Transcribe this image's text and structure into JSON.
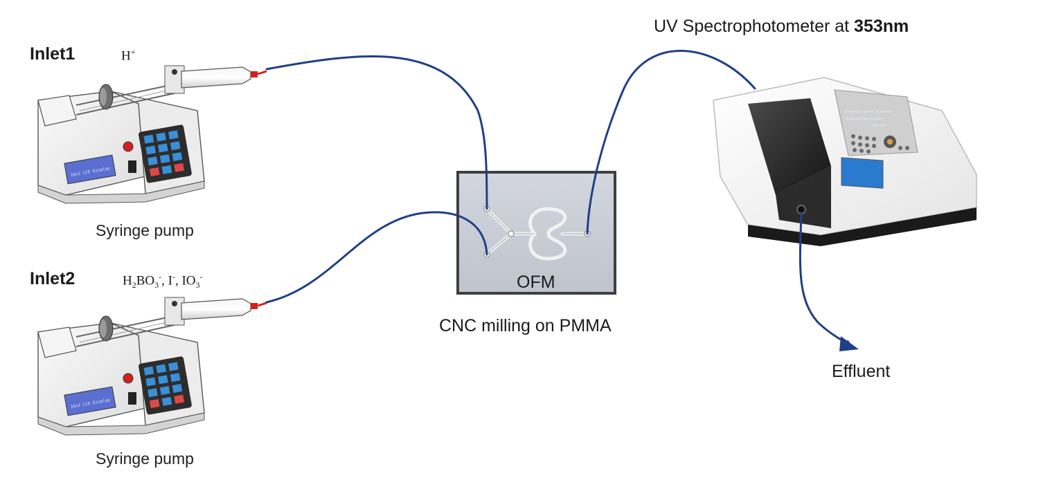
{
  "inlet1": {
    "label": "Inlet1",
    "reagent": {
      "base": "H",
      "sup": "+"
    },
    "device_caption": "Syringe pump",
    "screen_text": "16x2 LCD Display"
  },
  "inlet2": {
    "label": "Inlet2",
    "reagents": [
      {
        "prefix": "H",
        "sub1": "2",
        "mid": "BO",
        "sub2": "3",
        "sup": "-",
        "suffix": ", "
      },
      {
        "prefix": "I",
        "sub1": "",
        "mid": "",
        "sub2": "",
        "sup": "-",
        "suffix": ", "
      },
      {
        "prefix": "IO",
        "sub1": "",
        "mid": "",
        "sub2": "3",
        "sup": "-",
        "suffix": ""
      }
    ],
    "device_caption": "Syringe pump",
    "screen_text": "16x2 LCD Display"
  },
  "chip": {
    "label": "OFM",
    "caption": "CNC milling on PMMA"
  },
  "spectrophotometer": {
    "title_prefix": "UV Spectrophotometer  at ",
    "title_bold": "353nm",
    "screen_lines": [
      "Preheating system 20 minutes",
      "Please wait key to enter",
      "TRS / WS"
    ]
  },
  "outlet": {
    "label": "Effluent"
  },
  "colors": {
    "tubing": "#1f3f86",
    "chip_fill": "#c8ccd6",
    "chip_border": "#3f3f3f",
    "keypad": "#3b8fd6",
    "lcd": "#5a6fd0",
    "needle_tip": "#d81e1e",
    "spectro_screen": "#2a7bd0"
  }
}
